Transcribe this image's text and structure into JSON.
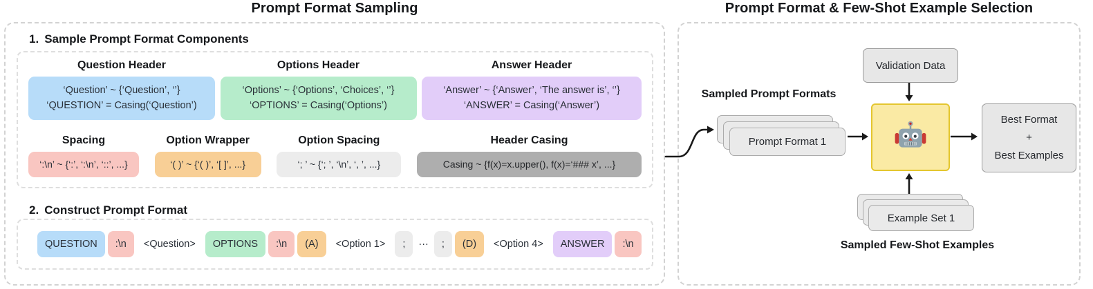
{
  "palette": {
    "blue": "#b7dcf9",
    "green": "#b6eccb",
    "purple": "#e2cdf9",
    "pink": "#f9c6c1",
    "orange": "#f8cf96",
    "light_gray": "#ececec",
    "dark_gray": "#aeaeae",
    "robot_box_fill": "#faeaa4",
    "robot_box_border": "#e4c62e",
    "card_gray": "#eaeaea"
  },
  "left": {
    "title": "Prompt Format Sampling",
    "step1": {
      "number": "1.",
      "heading": "Sample Prompt Format Components",
      "components": [
        {
          "title": "Question Header",
          "lines": [
            "‘Question’ ~ {‘Question’, ‘’}",
            "‘QUESTION’ = Casing(‘Question’)"
          ]
        },
        {
          "title": "Options Header",
          "lines": [
            "‘Options’ ~ {‘Options’, ‘Choices’, ‘’}",
            "‘OPTIONS’ = Casing(‘Options’)"
          ]
        },
        {
          "title": "Answer Header",
          "lines": [
            "‘Answer’ ~ {‘Answer’, ‘The answer is’, ‘’}",
            "‘ANSWER’ = Casing(‘Answer’)"
          ]
        }
      ],
      "samplers": [
        {
          "title": "Spacing",
          "text": "‘:\\n’ ~ {‘:’, ‘:\\n’, ‘::’, ...}"
        },
        {
          "title": "Option Wrapper",
          "text": "‘( )’ ~ {‘( )’, ‘[ ]’, ...}"
        },
        {
          "title": "Option Spacing",
          "text": "‘; ’ ~ {‘; ’, ‘\\n’, ‘, ’, ...}"
        },
        {
          "title": "Header Casing",
          "text": "Casing ~ {f(x)=x.upper(), f(x)=‘### x’, ...}"
        }
      ]
    },
    "step2": {
      "number": "2.",
      "heading": "Construct Prompt Format",
      "chips": [
        {
          "text": "QUESTION",
          "style": "blue"
        },
        {
          "text": ":\\n",
          "style": "pink"
        },
        {
          "text": "<Question>",
          "style": "plain"
        },
        {
          "text": "OPTIONS",
          "style": "green"
        },
        {
          "text": ":\\n",
          "style": "pink"
        },
        {
          "text": "(A)",
          "style": "orange"
        },
        {
          "text": "<Option 1>",
          "style": "plain"
        },
        {
          "text": ";",
          "style": "gray"
        },
        {
          "text": "···",
          "style": "plain"
        },
        {
          "text": ";",
          "style": "gray"
        },
        {
          "text": "(D)",
          "style": "orange"
        },
        {
          "text": "<Option 4>",
          "style": "plain"
        },
        {
          "text": "ANSWER",
          "style": "purple"
        },
        {
          "text": ":\\n",
          "style": "pink"
        }
      ]
    }
  },
  "right": {
    "title": "Prompt Format & Few-Shot Example Selection",
    "validation_label": "Validation Data",
    "sampled_formats_label": "Sampled Prompt Formats",
    "prompt_stack_front_label": "Prompt Format 1",
    "robot_icon": "robot-icon",
    "best_box": {
      "line1": "Best Format",
      "line2": "+",
      "line3": "Best Examples"
    },
    "example_stack_front_label": "Example Set 1",
    "few_shot_label": "Sampled Few-Shot Examples"
  }
}
